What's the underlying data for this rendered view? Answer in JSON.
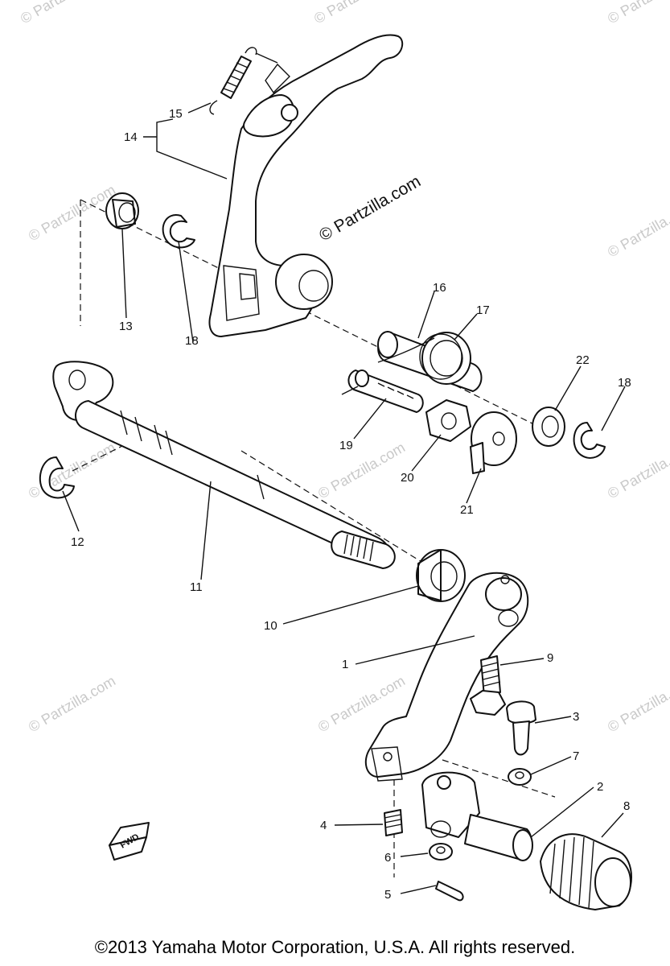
{
  "watermarks": {
    "main": "© Partzilla.com",
    "faint": "© Partzilla.com"
  },
  "callouts": {
    "c1": "1",
    "c2": "2",
    "c3": "3",
    "c4": "4",
    "c5": "5",
    "c6": "6",
    "c7": "7",
    "c8": "8",
    "c9": "9",
    "c10": "10",
    "c11": "11",
    "c12": "12",
    "c13": "13",
    "c14": "14",
    "c15": "15",
    "c16": "16",
    "c17": "17",
    "c18a": "18",
    "c18b": "18",
    "c19": "19",
    "c20": "20",
    "c21": "21",
    "c22": "22"
  },
  "fwd_label": "FWD",
  "copyright": "©2013  Yamaha Motor Corporation, U.S.A. All rights reserved."
}
